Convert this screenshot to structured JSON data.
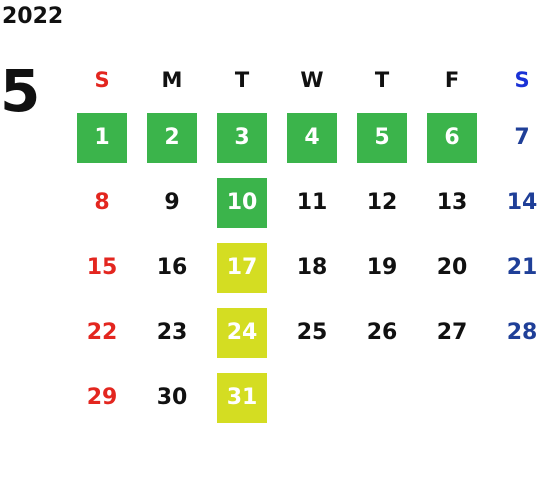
{
  "year": "2022",
  "month": "5",
  "weekdays": [
    "S",
    "M",
    "T",
    "W",
    "T",
    "F",
    "S"
  ],
  "weeks": [
    [
      "",
      "1",
      "2",
      "3",
      "4",
      "5",
      "6",
      "7"
    ],
    [
      "",
      "8",
      "9",
      "10",
      "11",
      "12",
      "13",
      "14"
    ],
    [
      "",
      "15",
      "16",
      "17",
      "18",
      "19",
      "20",
      "21"
    ],
    [
      "",
      "22",
      "23",
      "24",
      "25",
      "26",
      "27",
      "28"
    ],
    [
      "",
      "29",
      "30",
      "31"
    ]
  ],
  "colors": {
    "sunday": "#e3261f",
    "saturday": "#1f3f98",
    "highlight_green": "#3bb44b",
    "highlight_yellow": "#d4dd22"
  },
  "highlights": {
    "green": [
      "1",
      "2",
      "3",
      "4",
      "5",
      "6",
      "10"
    ],
    "yellow": [
      "17",
      "24",
      "31"
    ]
  }
}
